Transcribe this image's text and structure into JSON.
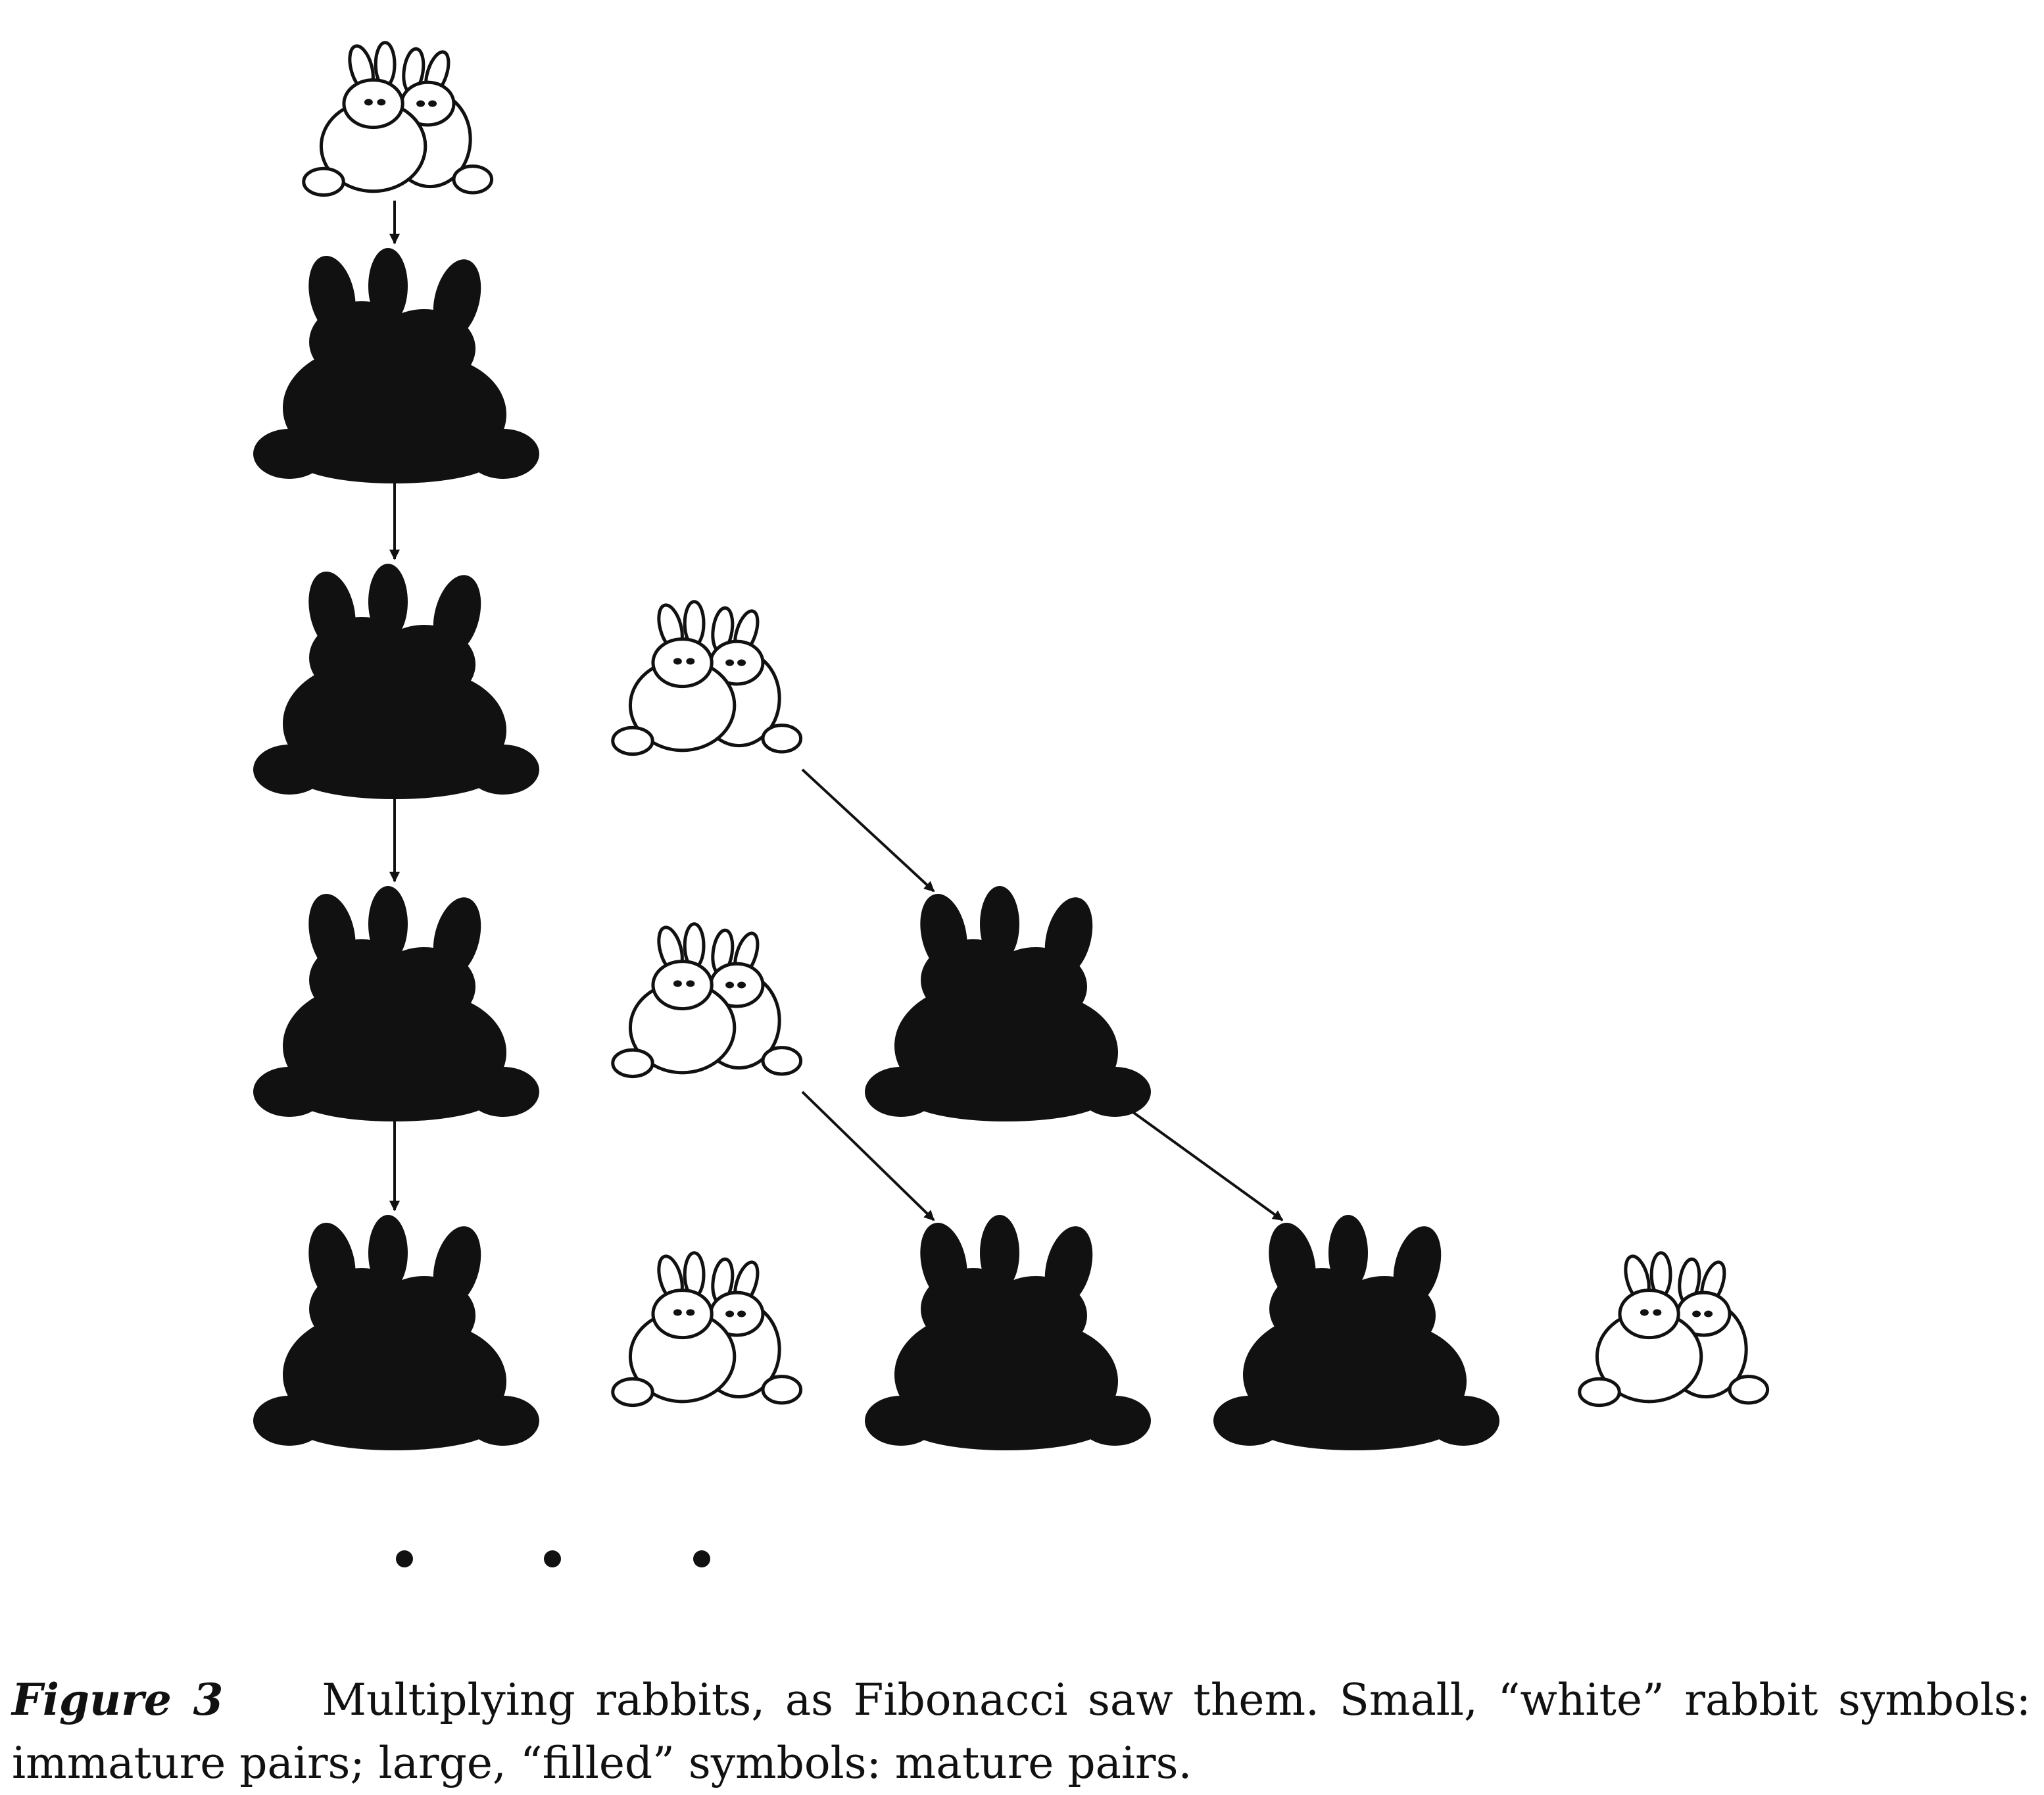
{
  "figure": {
    "label": "Figure 3",
    "caption": "Multiplying rabbits, as Fibonacci saw them. Small, “white” rabbit symbols: immature pairs; large, “filled” symbols: mature pairs."
  },
  "legend": {
    "immature": {
      "symbol": "white-rabbit-pair-outline",
      "color": "#ffffff",
      "stroke": "#111111"
    },
    "mature": {
      "symbol": "filled-rabbit-pair",
      "color": "#111111"
    }
  },
  "generations": [
    {
      "pairs": [
        "immature"
      ]
    },
    {
      "pairs": [
        "mature"
      ]
    },
    {
      "pairs": [
        "mature",
        "immature"
      ]
    },
    {
      "pairs": [
        "mature",
        "immature",
        "mature"
      ]
    },
    {
      "pairs": [
        "mature",
        "immature",
        "mature",
        "mature",
        "immature"
      ]
    }
  ],
  "arrows": [
    {
      "from": [
        0,
        0
      ],
      "to": [
        1,
        0
      ]
    },
    {
      "from": [
        1,
        0
      ],
      "to": [
        2,
        0
      ]
    },
    {
      "from": [
        2,
        0
      ],
      "to": [
        3,
        0
      ]
    },
    {
      "from": [
        3,
        0
      ],
      "to": [
        4,
        0
      ]
    },
    {
      "from": [
        2,
        1
      ],
      "to": [
        3,
        2
      ]
    },
    {
      "from": [
        3,
        1
      ],
      "to": [
        4,
        2
      ]
    },
    {
      "from": [
        3,
        2
      ],
      "to": [
        4,
        3
      ]
    }
  ],
  "continuation": "…"
}
